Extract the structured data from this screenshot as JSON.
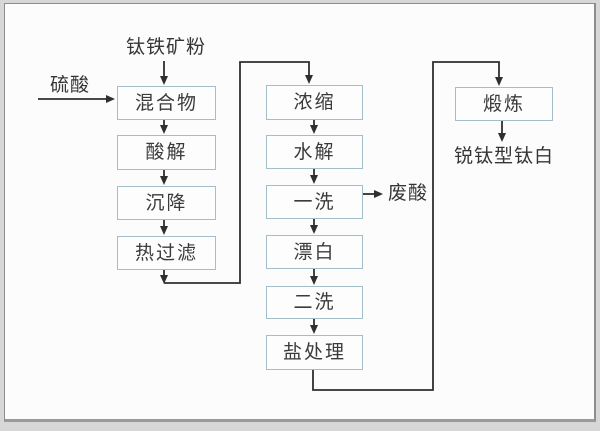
{
  "labels": {
    "ilmenite_powder": "钛铁矿粉",
    "sulfuric_acid": "硫酸",
    "waste_acid": "废酸",
    "anatase_titanium_white": "锐钛型钛白"
  },
  "nodes": {
    "mixture": "混合物",
    "acid_hydrolysis": "酸解",
    "settling": "沉降",
    "hot_filtration": "热过滤",
    "concentration": "浓缩",
    "hydrolysis": "水解",
    "first_wash": "一洗",
    "bleaching": "漂白",
    "second_wash": "二洗",
    "salt_treatment": "盐处理",
    "calcination": "煅炼"
  },
  "flow": [
    {
      "from": "钛铁矿粉",
      "to": "混合物"
    },
    {
      "from": "硫酸",
      "to": "混合物"
    },
    {
      "from": "混合物",
      "to": "酸解"
    },
    {
      "from": "酸解",
      "to": "沉降"
    },
    {
      "from": "沉降",
      "to": "热过滤"
    },
    {
      "from": "热过滤",
      "to": "浓缩"
    },
    {
      "from": "浓缩",
      "to": "水解"
    },
    {
      "from": "水解",
      "to": "一洗"
    },
    {
      "from": "一洗",
      "to": "废酸"
    },
    {
      "from": "一洗",
      "to": "漂白"
    },
    {
      "from": "漂白",
      "to": "二洗"
    },
    {
      "from": "二洗",
      "to": "盐处理"
    },
    {
      "from": "盐处理",
      "to": "煅炼"
    },
    {
      "from": "煅炼",
      "to": "锐钛型钛白"
    }
  ],
  "colors": {
    "node_border": "#a4bec9",
    "connector": "#2f2f2f",
    "text": "#3b3b3b",
    "canvas_background": "#fcfcfc",
    "outer_background": "#d7d7d7",
    "frame_border": "#8d8d8d"
  }
}
